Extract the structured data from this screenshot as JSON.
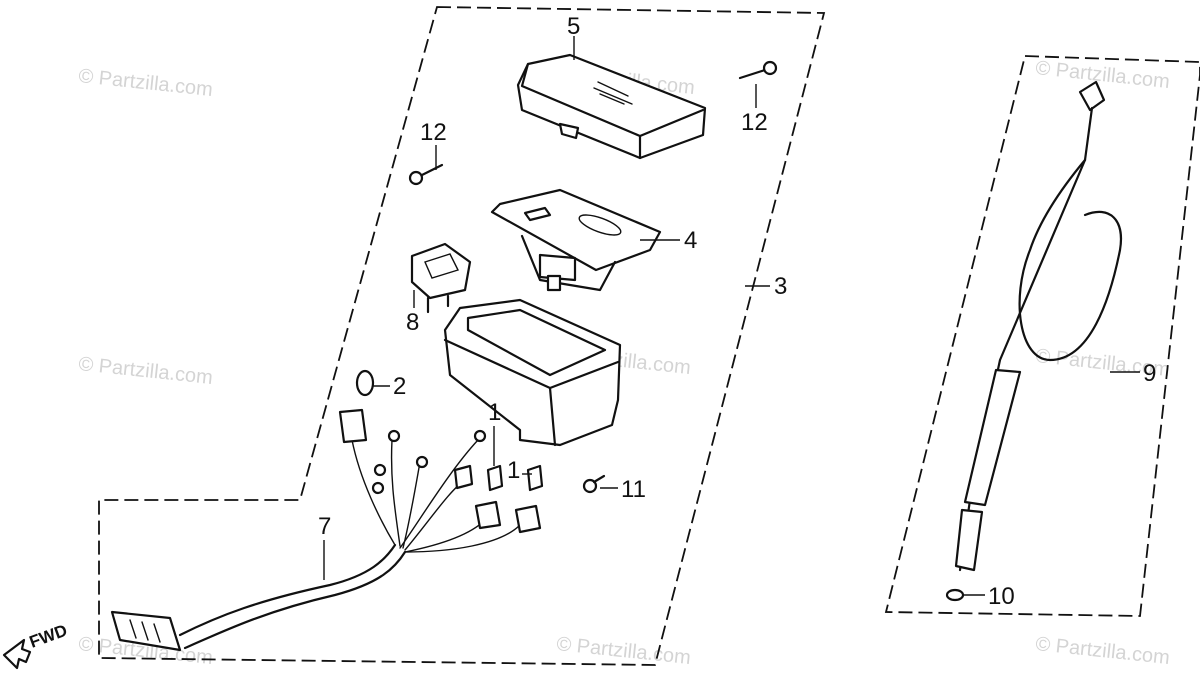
{
  "watermarks": {
    "w1": "© Partzilla.com",
    "w2": "© Partzilla.com",
    "w3": "© Partzilla.com",
    "w4": "© Partzilla.com",
    "w5": "© Partzilla.com",
    "w6": "© Partzilla.com",
    "w7": "© Partzilla.com",
    "w8": "© Partzilla.com",
    "w9": "© Partzilla.com"
  },
  "forward_label": "FWD",
  "callouts": {
    "c1a": "1",
    "c1b": "1",
    "c2": "2",
    "c3": "3",
    "c4": "4",
    "c5": "5",
    "c7": "7",
    "c8": "8",
    "c9": "9",
    "c10": "10",
    "c11": "11",
    "c12a": "12",
    "c12b": "12"
  }
}
